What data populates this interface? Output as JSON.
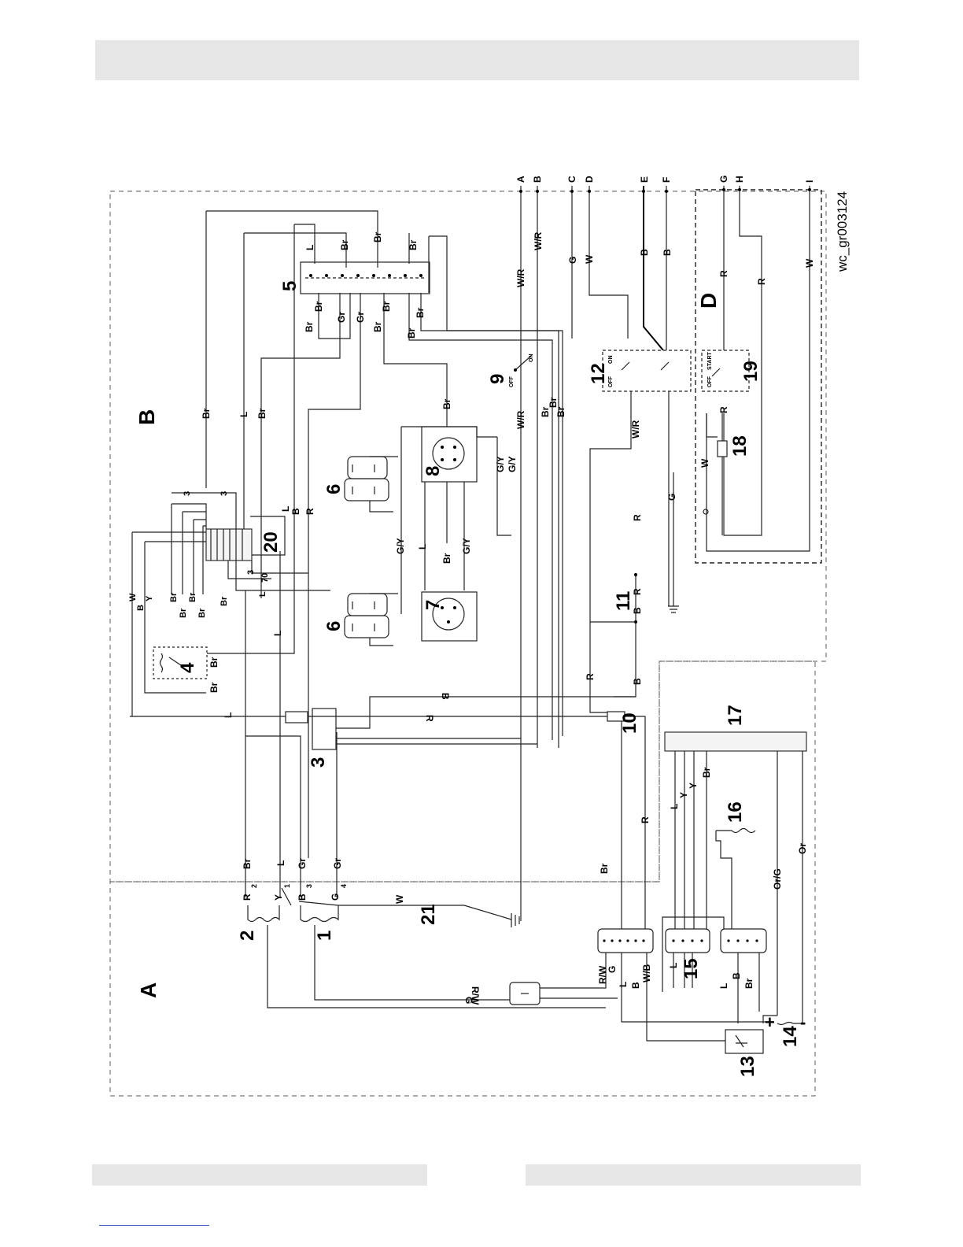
{
  "diagram": {
    "drawing_id": "wc_gr003124",
    "sections": {
      "a": "A",
      "b": "B",
      "d": "D"
    },
    "terminals": [
      "A",
      "B",
      "C",
      "D",
      "E",
      "F",
      "G",
      "H",
      "I"
    ],
    "component_numbers": {
      "n1": "1",
      "n2": "2",
      "n3": "3",
      "n4": "4",
      "n5": "5",
      "n6a": "6",
      "n6b": "6",
      "n7": "7",
      "n8": "8",
      "n9": "9",
      "n10": "10",
      "n11": "11",
      "n12": "12",
      "n13": "13",
      "n14": "14",
      "n15": "15",
      "n16": "16",
      "n17": "17",
      "n18": "18",
      "n19": "19",
      "n20": "20",
      "n21": "21"
    },
    "wire_labels": {
      "w_a": "W/R",
      "w_b": "W/R",
      "w_c": "G",
      "w_d": "W",
      "w_e": "B",
      "w_f": "B",
      "w_g": "R",
      "w_h": "R",
      "w_i": "W",
      "br1": "Br",
      "l1": "L",
      "br2": "Br",
      "br3": "Br",
      "br_top": "Br",
      "l_top": "L",
      "br_top2": "Br",
      "br_top3": "Br",
      "gr1": "Gr",
      "gr2": "Gr",
      "br4": "Br",
      "br5": "Br",
      "br6": "Br",
      "br7": "Br",
      "br8": "Br",
      "wr_mid": "W/R",
      "gy1": "G/Y",
      "gy2": "G/Y",
      "gy3": "G/Y",
      "gy4": "G/Y",
      "l_mid": "L",
      "br9": "Br",
      "br10": "Br",
      "l_mid2": "L",
      "br11": "Br",
      "br12": "Br",
      "br13": "Br",
      "wr_sw": "W/R",
      "r_mid": "R",
      "g_mid": "G",
      "w_left": "W",
      "b_left": "B",
      "y_left": "Y",
      "br14": "Br",
      "br15": "Br",
      "br16": "Br",
      "br17": "Br",
      "br18": "Br",
      "l_left": "L",
      "l_left2": "L",
      "l_b": "L",
      "b_b": "B",
      "r_b": "R",
      "b_11": "B",
      "r_11": "R",
      "r_10": "R",
      "b_10": "B",
      "r_lo": "R",
      "r_lo2": "R",
      "b_lo": "B",
      "br_lo": "Br",
      "br_lo2": "Br",
      "br_lo3": "Br",
      "l_17": "L",
      "y_17": "Y",
      "y_17b": "Y",
      "br_17": "Br",
      "org": "Or/G",
      "or": "Or",
      "a_br": "Br",
      "a_l": "L",
      "a_gr": "Gr",
      "a_gr2": "Gr",
      "a_r": "R",
      "a_y": "Y",
      "a_b": "B",
      "a_g": "G",
      "a_w": "W",
      "a_rw": "R/W",
      "a_g2": "G",
      "c_rw": "R/W",
      "c_g": "G",
      "c_l": "L",
      "c_b": "B",
      "c_wb": "W/B",
      "c_l2": "L",
      "c_l3": "L",
      "c_b2": "B",
      "c_br": "Br",
      "d_r": "R",
      "d_r2": "R",
      "d_w": "W",
      "d_w2": "W",
      "d_r3": "R",
      "plus": "+",
      "minus": "-",
      "n70": "70",
      "n3a": "3",
      "n3b": "3",
      "n3c": "3",
      "p2": "2",
      "p1": "1",
      "p3": "3",
      "p4": "4"
    },
    "switch_labels": {
      "on": "ON",
      "off": "OFF",
      "start": "START",
      "on9": "ON",
      "off9": "OFF"
    }
  }
}
